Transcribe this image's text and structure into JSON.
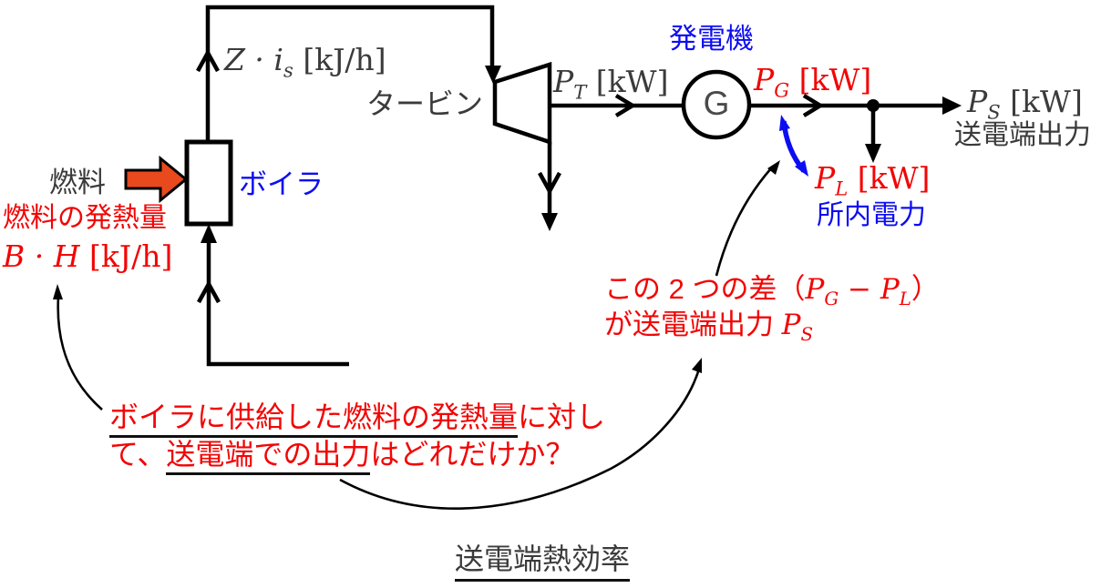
{
  "diagram_title": "送電端熱効率 (transmission-end thermal efficiency) power plant diagram",
  "colors": {
    "line_black": "#000000",
    "text_dark": "#3b3b3b",
    "accent_red": "#f20505",
    "accent_blue": "#0d0df2",
    "fuel_arrow_orange": "#e8491d",
    "background": "#ffffff"
  },
  "labels": {
    "steam_flow": {
      "var1": "Z",
      "dot": " · ",
      "var2": "i",
      "sub": "s",
      "unit": " [kJ/h]"
    },
    "turbine": "タービン",
    "fuel": "燃料",
    "boiler": "ボイラ",
    "fuel_heat_title": "燃料の発熱量",
    "fuel_heat_formula": {
      "var1": "B",
      "dot": " · ",
      "var2": "H",
      "unit": " [kJ/h]"
    },
    "generator": "発電機",
    "generator_symbol": "G",
    "pt": {
      "var": "P",
      "sub": "T",
      "unit": " [kW]"
    },
    "pg": {
      "var": "P",
      "sub": "G",
      "unit": " [kW]"
    },
    "ps": {
      "var": "P",
      "sub": "S",
      "unit": " [kW]"
    },
    "ps_desc": "送電端出力",
    "pl": {
      "var": "P",
      "sub": "L",
      "unit": " [kW]"
    },
    "pl_desc": "所内電力",
    "note_diff": {
      "pre": "この 2 つの差（",
      "p1": "P",
      "s1": "G",
      "minus": " − ",
      "p2": "P",
      "s2": "L",
      "post": "）"
    },
    "note_diff2": {
      "pre": "が送電端出力 ",
      "p": "P",
      "s": "S"
    },
    "question": {
      "line1_underlined": "ボイラに供給した燃料の発熱量",
      "line1_rest": "に対し",
      "line2_pre": "て、",
      "line2_underlined": "送電端での出力",
      "line2_rest": "はどれだけか？"
    },
    "efficiency": "送電端熱効率"
  }
}
